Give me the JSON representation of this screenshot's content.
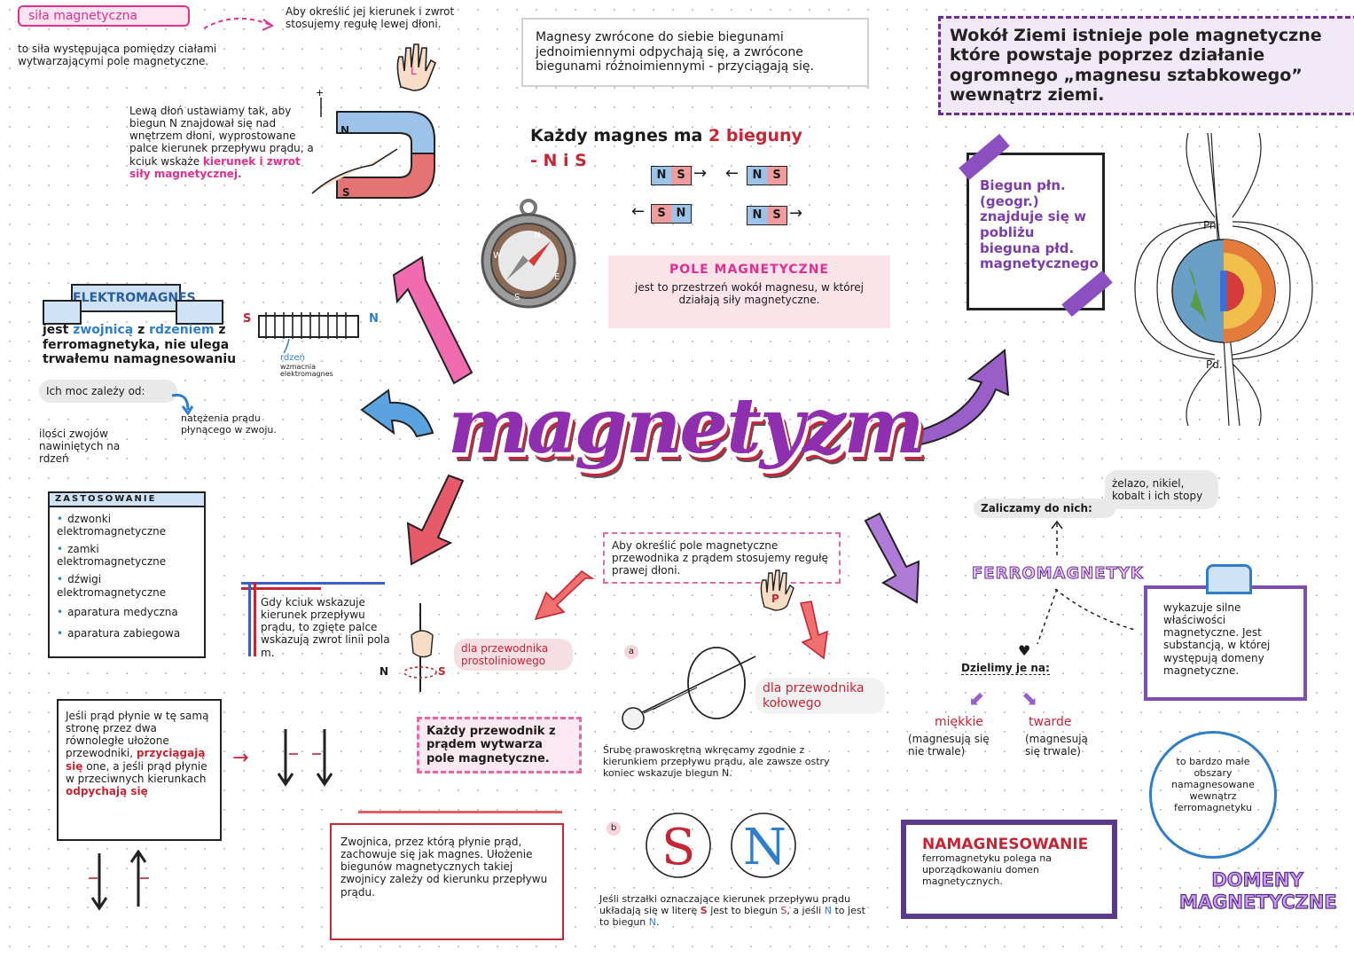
{
  "sila": {
    "tag": "siła magnetyczna",
    "definition": "to siła występująca pomiędzy ciałami wytwarzającymi pole magnetyczne.",
    "rule_intro": "Aby określić jej kierunek i zwrot stosujemy regułę lewej dłoni.",
    "rule_text": "Lewą dłoń ustawiamy tak, aby biegun N znajdował się nad wnętrzem dłoni, wyprostowane palce kierunek przepływu prądu, a kciuk wskaże",
    "rule_text_pink": "kierunek i zwrot siły magnetycznej.",
    "magnet_N": "N",
    "magnet_S": "S",
    "plus": "+",
    "minus": "-"
  },
  "magnesy_box": {
    "text": "Magnesy zwrócone do siebie biegunami jednoimiennymi odpychają się, a zwrócone biegunami różnoimiennymi - przyciągają się."
  },
  "bieguny": {
    "line1": "Każdy magnes ma",
    "count": "2",
    "word": "bieguny",
    "line2": "- N i S",
    "pairs": [
      [
        "N",
        "S",
        "N",
        "S"
      ],
      [
        "S",
        "N",
        "N",
        "S"
      ]
    ]
  },
  "compass": {
    "N": "N",
    "E": "E",
    "S": "S",
    "W": "W"
  },
  "pole_box": {
    "title": "POLE MAGNETYCZNE",
    "text": "jest to przestrzeń wokół magnesu, w której działają siły magnetyczne."
  },
  "ziemia": {
    "text": "Wokół Ziemi istnieje pole magnetyczne które powstaje poprzez działanie ogromnego „magnesu sztabkowego” wewnątrz ziemi.",
    "biegun_box": "Biegun płn. (geogr.) znajduje się w pobliżu bieguna płd. magnetycznego",
    "pn": "Pn.",
    "pd": "Pd."
  },
  "elektromagnes": {
    "banner": "ELEKTROMAGNES",
    "def_a": "jest",
    "def_b": "zwojnicą",
    "def_c": "z",
    "def_d": "rdzeniem",
    "def_e": "z ferromagnetyka, nie ulega trwałemu namagnesowaniu",
    "coil_S": "S",
    "coil_N": "N",
    "rdzen": "rdzeń",
    "rdzen_note": "wzmacnia elektromagnes",
    "moc": "Ich moc zależy od:",
    "factor1": "ilości zwojów nawiniętych na rdzeń",
    "factor2": "natężenia prądu płynącego w zwoju."
  },
  "main_title": "magnetyzm",
  "zastosowanie": {
    "title": "ZASTOSOWANIE",
    "items": [
      "dzwonki elektromagnetyczne",
      "zamki elektromagnetyczne",
      "dźwigi elektromagnetyczne",
      "aparatura medyczna",
      "aparatura zabiegowa"
    ]
  },
  "kciuk": {
    "text": "Gdy kciuk wskazuje kierunek przepływu prądu, to zgięte palce wskazują zwrot linii pola m.",
    "label": "dla przewodnika prostoliniowego",
    "N": "N",
    "S": "S"
  },
  "prawa_dlon": {
    "text": "Aby określić pole magnetyczne przewodnika z prądem stosujemy regułę prawej dłoni.",
    "p": "P"
  },
  "kolowy": {
    "label": "dla przewodnika kołowego",
    "a": "a",
    "b": "b",
    "sruba": "Śrubę prawoskrętną wkręcamy zgodnie z kierunkiem przepływu prądu, ale zawsze ostry koniec wskazuje biegun N.",
    "letter_S": "S",
    "letter_N": "N",
    "strzalki": "Jeśli strzałki oznaczające kierunek przepływu prądu układają się w literę",
    "strzalki_b": "jest to biegun",
    "strzalki_c": ", a jeśli",
    "strzalki_d": "to jest to biegun"
  },
  "kazdy_przewodnik": "Każdy przewodnik z prądem wytwarza pole magnetyczne.",
  "rownolegle": {
    "text": "Jeśli prąd płynie w tę samą stronę przez dwa równoległe ułożone przewodniki,",
    "przyciagaja": "przyciągają się",
    "text2": "one, a jeśli prąd płynie w przeciwnych kierunkach",
    "odpychaja": "odpychają się"
  },
  "zwojnica": {
    "text": "Zwojnica, przez którą płynie prąd, zachowuje się jak magnes. Ułożenie biegunów magnetycznych takiej zwojnicy zależy od kierunku przepływu prądu."
  },
  "ferro": {
    "zaliczamy": "Zaliczamy do nich:",
    "examples": "żelazo, nikiel, kobalt i ich stopy",
    "title": "FERROMAGNETYK",
    "dzielimy": "Dzielimy je na:",
    "miekkie": "miękkie",
    "miekkie_note": "(magnesują się nie trwale)",
    "twarde": "twarde",
    "twarde_note": "(magnesują się trwale)",
    "wykazuje": "wykazuje silne właściwości magnetyczne. Jest substancją, w której występują domeny magnetyczne.",
    "namagnesowanie_title": "NAMAGNESOWANIE",
    "namagnesowanie_text": "ferromagnetyku polega na uporządkowaniu domen magnetycznych.",
    "domeny_circle": "to bardzo małe obszary namagnesowane wewnątrz ferromagnetyku",
    "domeny_title": "DOMENY MAGNETYCZNE"
  },
  "colors": {
    "pink": "#e0308f",
    "purple": "#6a2d96",
    "blue": "#2f7fc8",
    "red": "#c72434"
  }
}
